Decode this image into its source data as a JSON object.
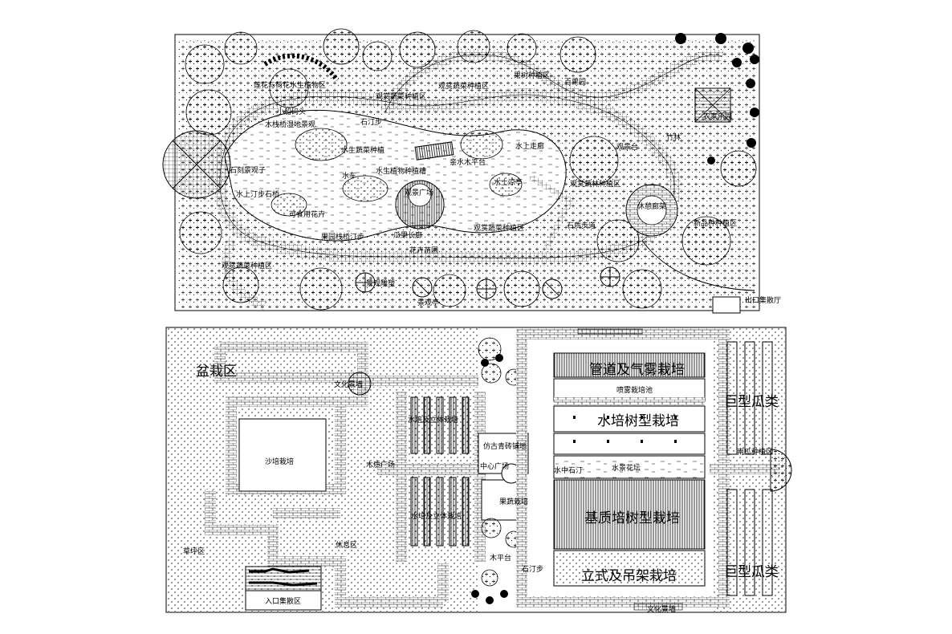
{
  "upper_plan": {
    "labels": [
      {
        "id": "lotus-area",
        "text": "莲花与荷花水生植物区"
      },
      {
        "id": "small-boat-dock",
        "text": "小船码头"
      },
      {
        "id": "wetland",
        "text": "木栈桥湿地景观"
      },
      {
        "id": "stone-step",
        "text": "石汀步"
      },
      {
        "id": "vegetable-area",
        "text": "观赏蔬菜种植区"
      },
      {
        "id": "ornamental-fruit",
        "text": "观赏蔬菜种植区"
      },
      {
        "id": "fruit-tree",
        "text": "百果园"
      },
      {
        "id": "orchard-area",
        "text": "果树种植区"
      },
      {
        "id": "farm-house",
        "text": "农家乐园"
      },
      {
        "id": "bamboo",
        "text": "竹林"
      },
      {
        "id": "viewing",
        "text": "观景台"
      },
      {
        "id": "aquatic-veg",
        "text": "水生蔬菜种植"
      },
      {
        "id": "water-pavilion",
        "text": "水上走廊"
      },
      {
        "id": "stone-sculpture",
        "text": "石刻景观子"
      },
      {
        "id": "aquatic-plants",
        "text": "水生植物种植槽"
      },
      {
        "id": "platform",
        "text": "亲水木平台"
      },
      {
        "id": "water-car",
        "text": "水车"
      },
      {
        "id": "water-pavilion-2",
        "text": "水上凉亭"
      },
      {
        "id": "ornamental-forest",
        "text": "观赏蔬林种植区"
      },
      {
        "id": "stone-bridge",
        "text": "水上汀步石桥"
      },
      {
        "id": "edible-garden",
        "text": "可食用花卉"
      },
      {
        "id": "round-square",
        "text": "观景广场"
      },
      {
        "id": "stone-path",
        "text": "石质步道"
      },
      {
        "id": "rest-area",
        "text": "休憩廊架"
      },
      {
        "id": "new-variety",
        "text": "新品种种植区"
      },
      {
        "id": "step-stone-2",
        "text": "果园栈桥汀步"
      },
      {
        "id": "melon-corridor",
        "text": "瓜果长廊"
      },
      {
        "id": "vegetable-veg",
        "text": "观赏蔬菜种植区"
      },
      {
        "id": "herb-area",
        "text": "观赏蔬菜种植区"
      },
      {
        "id": "flower-bed",
        "text": "花卉苗圃"
      },
      {
        "id": "sculpture",
        "text": "景观雕塑"
      },
      {
        "id": "pavilion",
        "text": "景观亭"
      },
      {
        "id": "exit",
        "text": "出口集散厅"
      }
    ]
  },
  "lower_plan": {
    "labels": [
      {
        "id": "bonsai",
        "text": "盆栽区",
        "size": "big"
      },
      {
        "id": "culture-wall",
        "text": "文化景墙"
      },
      {
        "id": "sand",
        "text": "沙培栽培"
      },
      {
        "id": "pipe-mist",
        "text": "管道及气雾栽培",
        "size": "big"
      },
      {
        "id": "spray",
        "text": "喷雾栽培池"
      },
      {
        "id": "hydroponic",
        "text": "水培树型栽培",
        "size": "big"
      },
      {
        "id": "melon-big-1",
        "text": "巨型瓜类",
        "size": "big"
      },
      {
        "id": "water-rack",
        "text": "水培及立体栽培"
      },
      {
        "id": "wood-square",
        "text": "木质广场"
      },
      {
        "id": "antique-floor",
        "text": "仿古青砖铺地"
      },
      {
        "id": "plaza",
        "text": "中心广场"
      },
      {
        "id": "water-stones",
        "text": "水中石汀"
      },
      {
        "id": "water-ripple",
        "text": "水景花坛"
      },
      {
        "id": "pumpkin",
        "text": "南瓜种植区"
      },
      {
        "id": "fruit-plant",
        "text": "果蔬栽培"
      },
      {
        "id": "soil-rack",
        "text": "水培及立体栽培"
      },
      {
        "id": "substrate",
        "text": "基质培树型栽培",
        "size": "big"
      },
      {
        "id": "rest",
        "text": "休息区"
      },
      {
        "id": "wood-platform",
        "text": "木平台"
      },
      {
        "id": "stone-step-3",
        "text": "石汀步"
      },
      {
        "id": "vertical",
        "text": "立式及吊架栽培",
        "size": "big"
      },
      {
        "id": "melon-big-2",
        "text": "巨型瓜类",
        "size": "big"
      },
      {
        "id": "grass",
        "text": "草坪区"
      },
      {
        "id": "entrance",
        "text": "入口集散区"
      },
      {
        "id": "culture-wall-2",
        "text": "文化景墙"
      }
    ]
  },
  "colors": {
    "ink": "#000000",
    "paper": "#ffffff"
  }
}
